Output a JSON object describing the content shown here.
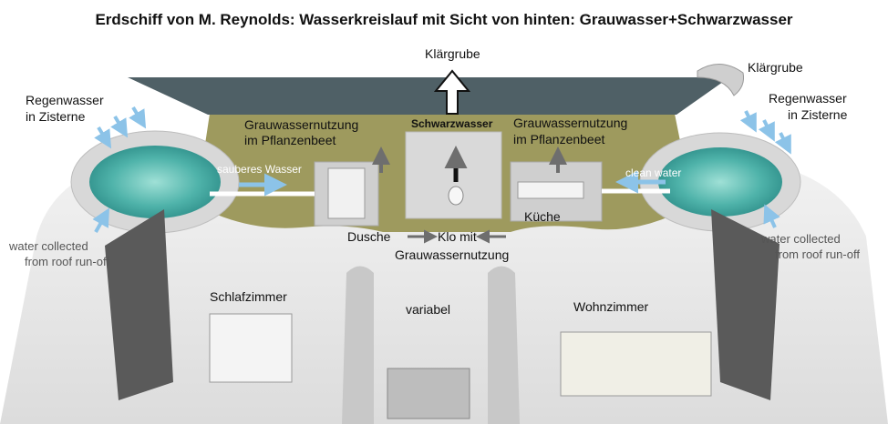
{
  "title": "Erdschiff von M. Reynolds: Wasserkreislauf mit Sicht von hinten: Grauwasser+Schwarzwasser",
  "labels": {
    "klaergrube_top": "Klärgrube",
    "klaergrube_right": "Klärgrube",
    "regenwasser_left_1": "Regenwasser",
    "regenwasser_left_2": "in Zisterne",
    "regenwasser_right_1": "Regenwasser",
    "regenwasser_right_2": "in Zisterne",
    "grauwasser_left_1": "Grauwassernutzung",
    "grauwasser_left_2": "im Pflanzenbeet",
    "grauwasser_right_1": "Grauwassernutzung",
    "grauwasser_right_2": "im Pflanzenbeet",
    "schwarzwasser": "Schwarzwasser",
    "sauberes_wasser": "sauberes Wasser",
    "clean_water": "clean water",
    "water_collected_left_1": "water collected",
    "water_collected_left_2": "from roof run-off",
    "water_collected_right_1": "water collected",
    "water_collected_right_2": "from roof run-off",
    "dusche": "Dusche",
    "kueche": "Küche",
    "klo_1": "Klo mit",
    "klo_2": "Grauwassernutzung",
    "schlafzimmer": "Schlafzimmer",
    "variabel": "variabel",
    "wohnzimmer": "Wohnzimmer"
  },
  "colors": {
    "roof": "#4f6066",
    "planter": "#9e9a5e",
    "floor": "#e9e9e9",
    "wall": "#d4d4d4",
    "water": "#55b8b0",
    "arrow_blue": "#8cc3e8",
    "arrow_gray": "#6e6e6e"
  }
}
